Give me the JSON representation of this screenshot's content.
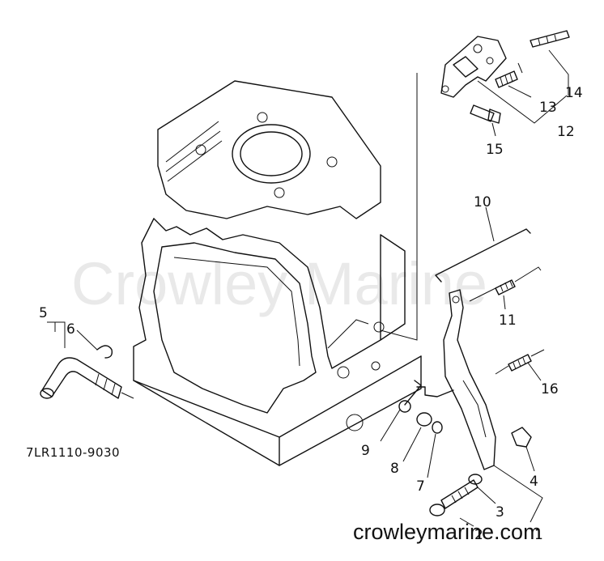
{
  "diagram_code": "7LR1110-9030",
  "watermark": "Crowley Marine",
  "footer_site": "crowleymarine.com",
  "callouts": [
    "1",
    "2",
    "3",
    "4",
    "5",
    "6",
    "7",
    "8",
    "9",
    "10",
    "11",
    "12",
    "13",
    "14",
    "15",
    "16"
  ]
}
